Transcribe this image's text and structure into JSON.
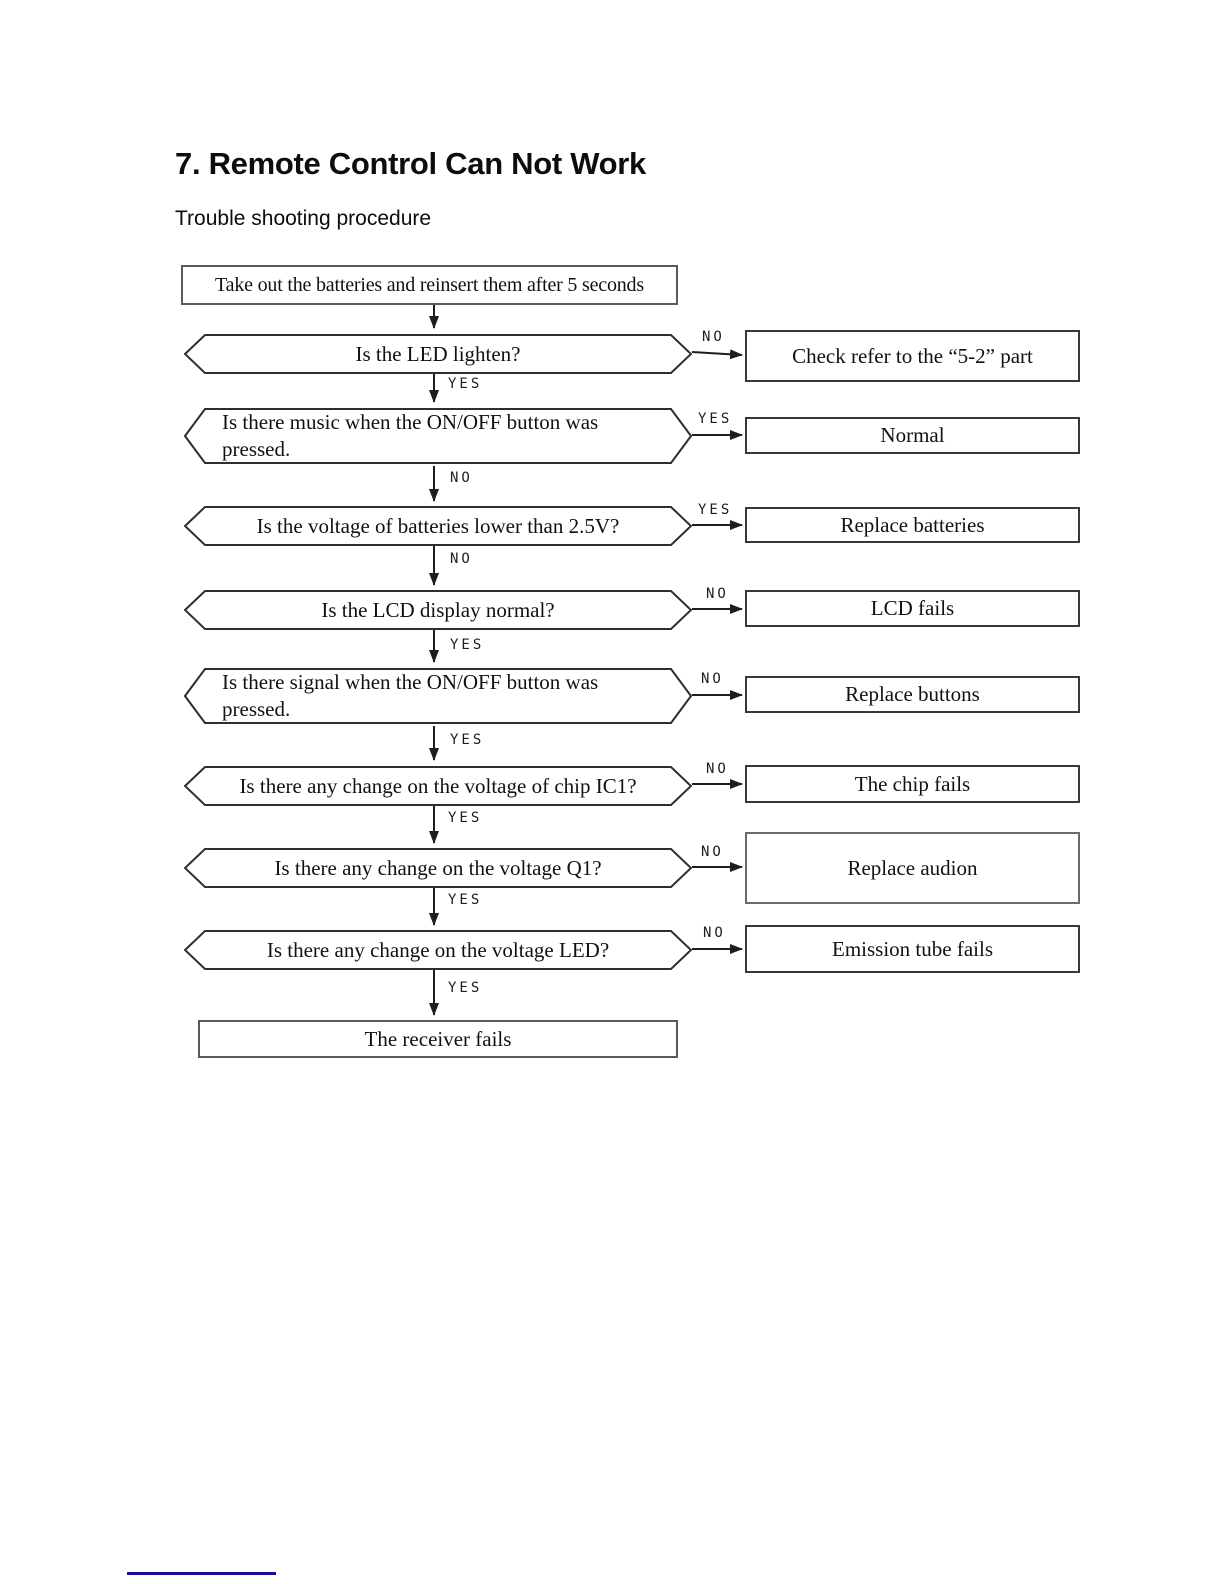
{
  "page": {
    "title": "7. Remote Control Can Not Work",
    "subtitle": "Trouble shooting procedure"
  },
  "flowchart": {
    "start": "Take out the batteries and reinsert them after 5 seconds",
    "questions": [
      {
        "text": "Is the LED lighten?",
        "side_label": "NO",
        "side_result": "Check refer to the “5-2” part",
        "down_label": "YES"
      },
      {
        "text": "Is there music when the ON/OFF button was pressed.",
        "side_label": "YES",
        "side_result": "Normal",
        "down_label": "NO"
      },
      {
        "text": "Is the voltage of batteries lower than 2.5V?",
        "side_label": "YES",
        "side_result": "Replace batteries",
        "down_label": "NO"
      },
      {
        "text": "Is the LCD display normal?",
        "side_label": "NO",
        "side_result": "LCD fails",
        "down_label": "YES"
      },
      {
        "text": "Is there signal when the ON/OFF button was pressed.",
        "side_label": "NO",
        "side_result": "Replace buttons",
        "down_label": "YES"
      },
      {
        "text": "Is there any change on the voltage of chip IC1?",
        "side_label": "NO",
        "side_result": "The chip fails",
        "down_label": "YES"
      },
      {
        "text": "Is there any change on the voltage Q1?",
        "side_label": "NO",
        "side_result": "Replace audion",
        "down_label": "YES"
      },
      {
        "text": "Is there any change on the voltage LED?",
        "side_label": "NO",
        "side_result": "Emission tube fails",
        "down_label": "YES"
      }
    ],
    "end": "The receiver fails"
  }
}
